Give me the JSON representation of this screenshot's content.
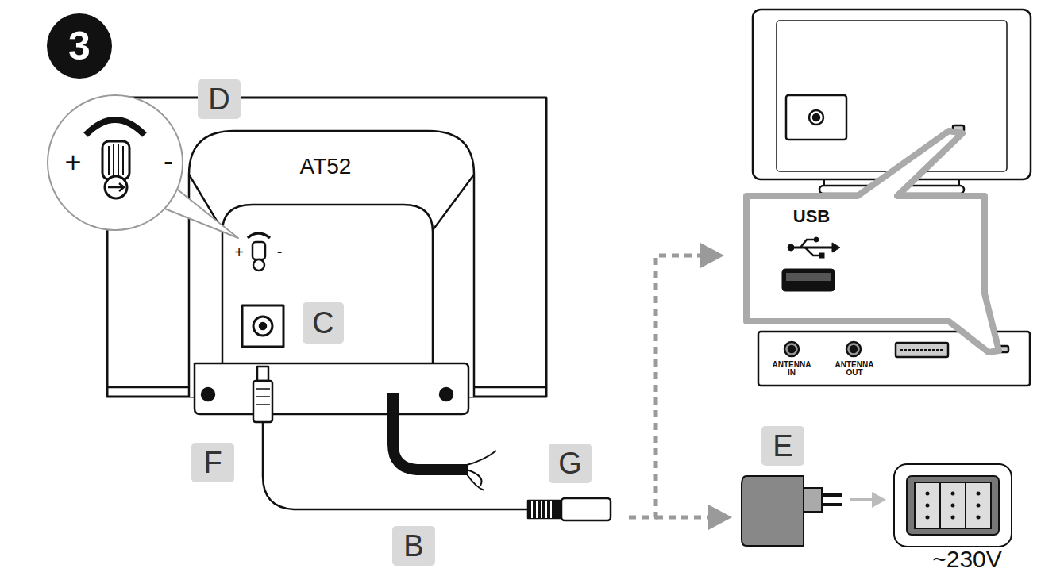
{
  "diagram": {
    "nodes": [
      {
        "text": [
          "3"
        ]
      },
      {
        "text": [
          "D"
        ]
      },
      {
        "text": [
          "C"
        ]
      },
      {
        "text": [
          "E"
        ]
      },
      {
        "text": [
          "F"
        ]
      },
      {
        "text": [
          "G"
        ]
      },
      {
        "text": [
          "B"
        ]
      }
    ],
    "labels": [
      "+",
      "-",
      "AT52",
      "+",
      "-",
      "USB",
      "ANTENNA IN",
      "ANTENNA OUT",
      "~230V"
    ]
  }
}
